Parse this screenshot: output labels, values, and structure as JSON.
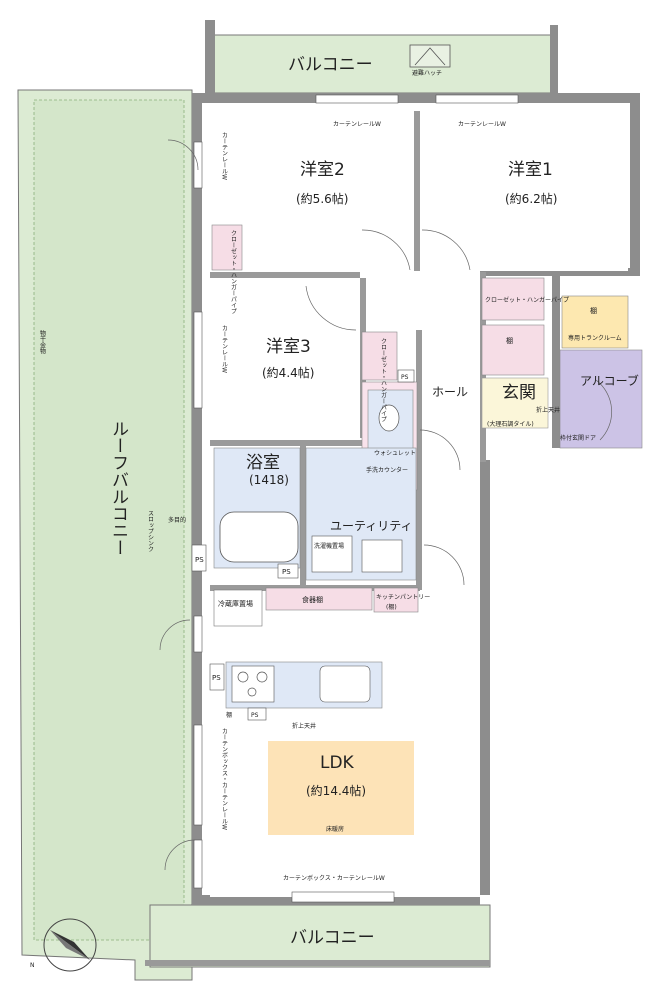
{
  "rooms": {
    "balcony_top": "バルコニー",
    "balcony_bottom": "バルコニー",
    "roof_balcony": "ルーフバルコニー",
    "bedroom1": {
      "name": "洋室1",
      "size": "(約6.2帖)"
    },
    "bedroom2": {
      "name": "洋室2",
      "size": "(約5.6帖)"
    },
    "bedroom3": {
      "name": "洋室3",
      "size": "(約4.4帖)"
    },
    "ldk": {
      "name": "LDK",
      "size": "(約14.4帖)"
    },
    "bath": {
      "name": "浴室",
      "size": "(1418)"
    },
    "utility": "ユーティリティ",
    "hall": "ホール",
    "entrance": {
      "name": "玄関",
      "note": "(大理石調タイル)"
    },
    "alcove": "アルコーブ"
  },
  "labels": {
    "evac_hatch": "避難ハッチ",
    "curtain_rail_w": "カーテンレールW",
    "closet_hanger": "クローゼット・ハンガーパイプ",
    "shelf": "棚",
    "private_trunk": "専用トランクルーム",
    "fold_ceiling": "折上天井",
    "gated_door": "枠付玄関ドア",
    "washlet": "ウォシュレット",
    "hand_counter": "手洗カウンター",
    "washer": "洗濯機置場",
    "fridge": "冷蔵庫置場",
    "dish_shelf": "食器棚",
    "kitchen_pantry": "キッチンパントリー",
    "kitchen_shelf": "(棚)",
    "ps": "PS",
    "multi_faucet": "多目的",
    "slop_sink": "スロップシンク",
    "rain_gutter": "物干金物",
    "curtain_box_rail": "カーテンボックス・カーテンレールW",
    "floor_heating": "床暖房",
    "compass": "N"
  }
}
